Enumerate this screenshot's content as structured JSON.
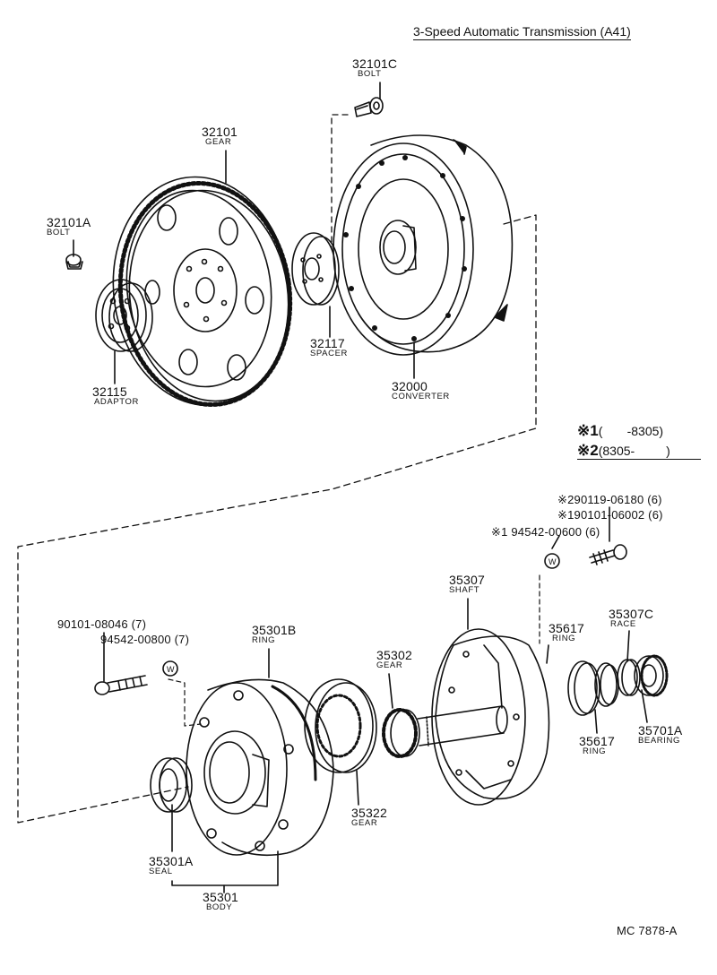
{
  "title": "3-Speed Automatic Transmission (A41)",
  "footer_code": "MC 7878-A",
  "legend": [
    {
      "mark": "※1",
      "range": "(       -8305)"
    },
    {
      "mark": "※2",
      "range": "(8305-         )"
    }
  ],
  "parts": {
    "p32101C": {
      "number": "32101C",
      "name": "BOLT"
    },
    "p32101": {
      "number": "32101",
      "name": "GEAR"
    },
    "p32101A": {
      "number": "32101A",
      "name": "BOLT"
    },
    "p32115": {
      "number": "32115",
      "name": "ADAPTOR"
    },
    "p32117": {
      "number": "32117",
      "name": "SPACER"
    },
    "p32000": {
      "number": "32000",
      "name": "CONVERTER"
    },
    "p35307": {
      "number": "35307",
      "name": "SHAFT"
    },
    "p35617a": {
      "number": "35617",
      "name": "RING"
    },
    "p35307C": {
      "number": "35307C",
      "name": "RACE"
    },
    "p35301B": {
      "number": "35301B",
      "name": "RING"
    },
    "p35302": {
      "number": "35302",
      "name": "GEAR"
    },
    "p35617b": {
      "number": "35617",
      "name": "RING"
    },
    "p35701A": {
      "number": "35701A",
      "name": "BEARING"
    },
    "p35322": {
      "number": "35322",
      "name": "GEAR"
    },
    "p35301A": {
      "number": "35301A",
      "name": "SEAL"
    },
    "p35301": {
      "number": "35301",
      "name": "BODY"
    }
  },
  "fasteners": {
    "f1": "※290119-06180 (6)",
    "f2": "※190101-06002 (6)",
    "f3": "※1 94542-00600 (6)",
    "f4": "90101-08046 (7)",
    "f5": "94542-00800 (7)"
  }
}
